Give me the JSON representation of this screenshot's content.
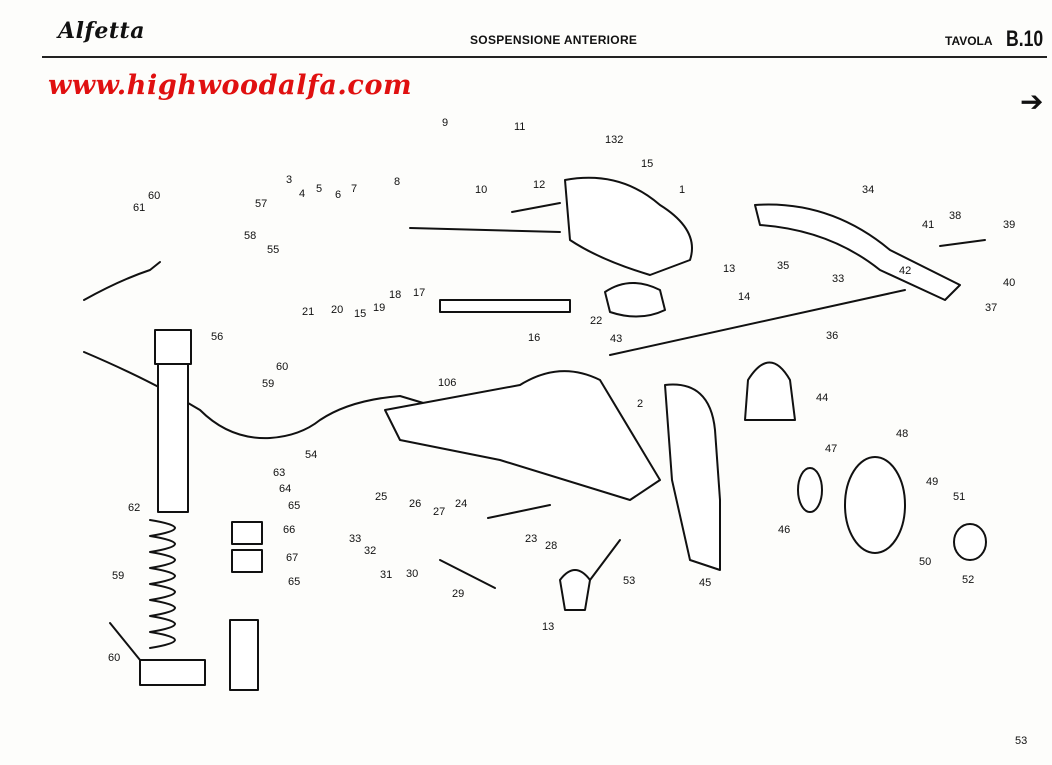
{
  "header": {
    "logo": "Alfetta",
    "title": "SOSPENSIONE ANTERIORE",
    "tavola_label": "TAVOLA",
    "tavola_number": "B.10"
  },
  "watermark_url": "www.highwoodalfa.com",
  "next_page_arrow_icon": "arrow-right-icon",
  "page_number": "53",
  "part_labels": [
    "3",
    "4",
    "5",
    "6",
    "7",
    "8",
    "9",
    "10",
    "11",
    "132",
    "15",
    "1",
    "12",
    "34",
    "38",
    "39",
    "41",
    "40",
    "42",
    "37",
    "33",
    "35",
    "13",
    "14",
    "36",
    "22",
    "60",
    "61",
    "57",
    "58",
    "55",
    "56",
    "59",
    "60",
    "21",
    "20",
    "15",
    "19",
    "18",
    "17",
    "16",
    "43",
    "44",
    "106",
    "2",
    "54",
    "62",
    "63",
    "64",
    "65",
    "66",
    "67",
    "65",
    "59",
    "60",
    "25",
    "26",
    "27",
    "24",
    "33",
    "32",
    "31",
    "30",
    "29",
    "23",
    "28",
    "53",
    "13",
    "45",
    "46",
    "47",
    "48",
    "49",
    "50",
    "51",
    "52"
  ]
}
